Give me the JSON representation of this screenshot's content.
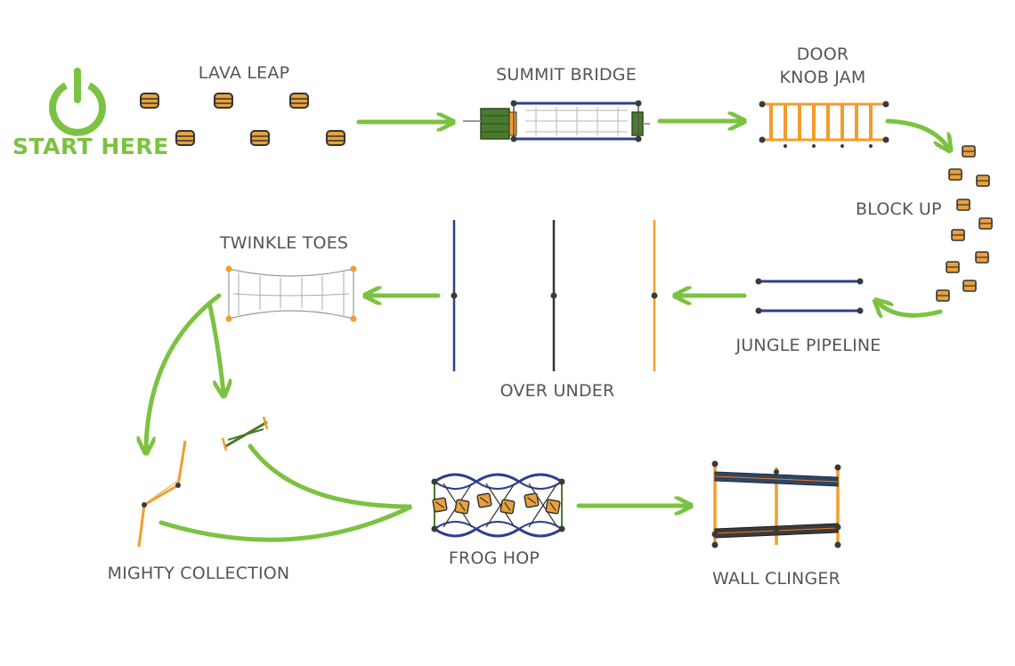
{
  "start": {
    "label": "START HERE"
  },
  "colors": {
    "arrow": "#7cc242",
    "orange": "#f39c2b",
    "navy": "#2d3f8f",
    "dark": "#333333",
    "post": "#3a3a3a",
    "block": "#e9a13b",
    "label": "#555555",
    "green": "#4a7a2e"
  },
  "stations": {
    "lava_leap": "LAVA LEAP",
    "summit_bridge": "SUMMIT BRIDGE",
    "door_knob_jam_line1": "DOOR",
    "door_knob_jam_line2": "KNOB JAM",
    "block_up": "BLOCK UP",
    "jungle_pipeline": "JUNGLE PIPELINE",
    "over_under": "OVER UNDER",
    "twinkle_toes": "TWINKLE TOES",
    "mighty_collection": "MIGHTY COLLECTION",
    "frog_hop": "FROG HOP",
    "wall_clinger": "WALL CLINGER"
  },
  "icons": {
    "start": "power-icon"
  }
}
